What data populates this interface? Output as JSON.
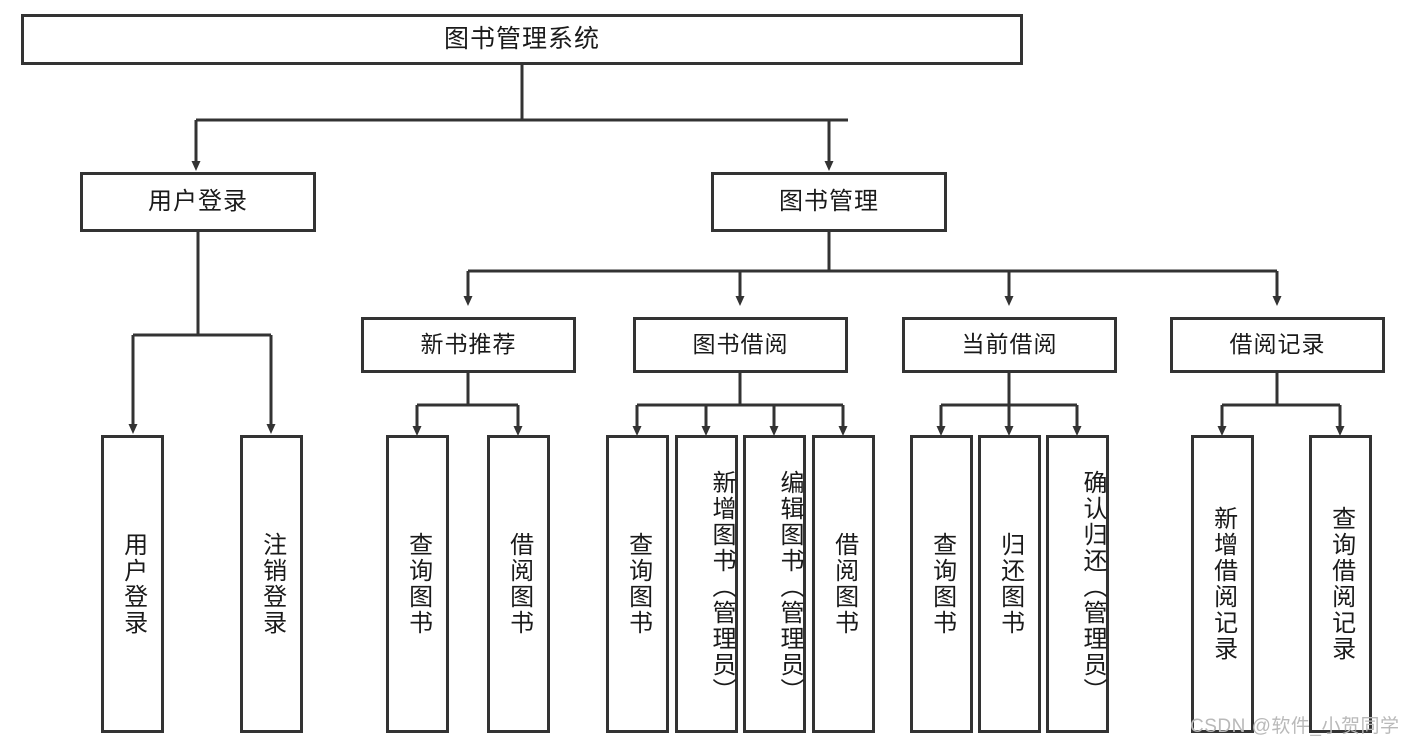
{
  "diagram": {
    "title": "图书管理系统",
    "type": "hierarchy-tree",
    "root": {
      "label": "图书管理系统"
    },
    "level2": [
      {
        "label": "用户登录"
      },
      {
        "label": "图书管理"
      }
    ],
    "level3": [
      {
        "label": "新书推荐"
      },
      {
        "label": "图书借阅"
      },
      {
        "label": "当前借阅"
      },
      {
        "label": "借阅记录"
      }
    ],
    "leaves": {
      "user_login": [
        {
          "label": "用户登录"
        },
        {
          "label": "注销登录"
        }
      ],
      "new_book_recommend": [
        {
          "label": "查询图书"
        },
        {
          "label": "借阅图书"
        }
      ],
      "book_borrow": [
        {
          "label": "查询图书"
        },
        {
          "label": "新增图书（管理员）"
        },
        {
          "label": "编辑图书（管理员）"
        },
        {
          "label": "借阅图书"
        }
      ],
      "current_borrow": [
        {
          "label": "查询图书"
        },
        {
          "label": "归还图书"
        },
        {
          "label": "确认归还（管理员）"
        }
      ],
      "borrow_record": [
        {
          "label": "新增借阅记录"
        },
        {
          "label": "查询借阅记录"
        }
      ]
    },
    "watermark": "CSDN @软件_小贺同学",
    "colors": {
      "border": "#333333",
      "background": "#ffffff",
      "text": "#1a1a1a",
      "watermark": "#b9b9b9"
    }
  }
}
